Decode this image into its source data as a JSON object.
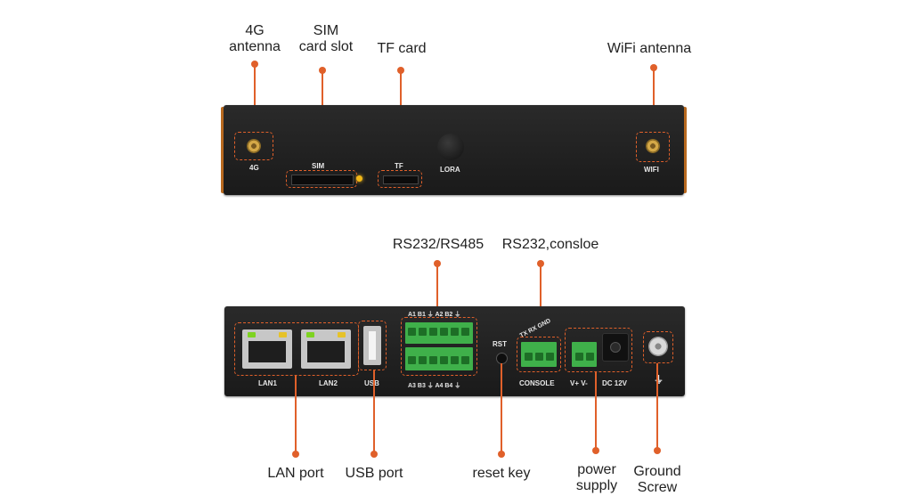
{
  "callouts": {
    "antenna_4g": [
      "4G",
      "antenna"
    ],
    "sim_slot": [
      "SIM",
      "card slot"
    ],
    "tf_card": "TF card",
    "wifi_antenna": "WiFi antenna",
    "rs232_rs485": "RS232/RS485",
    "rs232_console": "RS232,consloe",
    "lan_port": "LAN port",
    "usb_port": "USB port",
    "reset_key": "reset key",
    "power_supply": [
      "power",
      "supply"
    ],
    "ground_screw": [
      "Ground",
      "Screw"
    ]
  },
  "top_panel": {
    "label_4g": "4G",
    "label_sim": "SIM",
    "label_tf": "TF",
    "label_lora": "LORA",
    "label_wifi": "WIFI"
  },
  "bottom_panel": {
    "label_lan1": "LAN1",
    "label_lan2": "LAN2",
    "label_usb": "USB",
    "label_terminal_top": "A1 B1 ⏚ A2 B2 ⏚",
    "label_terminal_bottom": "A3 B3 ⏚ A4 B4 ⏚",
    "label_rst": "RST",
    "label_console_pins": "TX RX GND",
    "label_console": "CONSOLE",
    "label_power_pins": "V+  V-",
    "label_dc": "DC 12V",
    "label_ground_symbol": "⏚"
  },
  "colors": {
    "accent": "#e0602a",
    "panel": "#1f1f1f",
    "terminal_green": "#3fb04a",
    "led_green": "#7ed321",
    "led_yellow": "#e6c229"
  }
}
